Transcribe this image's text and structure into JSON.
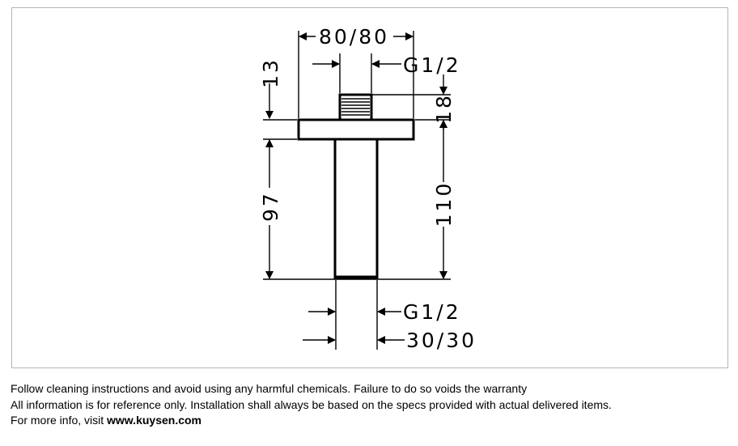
{
  "diagram": {
    "dim_flange_width": "80/80",
    "dim_top_thread": "G1/2",
    "dim_top_nipple": "13",
    "dim_flange_thickness": "18",
    "dim_pipe_length": "97",
    "dim_total_length": "110",
    "dim_bottom_thread": "G1/2",
    "dim_pipe_diameter": "30/30"
  },
  "footer": {
    "line1": "Follow cleaning instructions and avoid using any harmful chemicals. Failure to do so voids the warranty",
    "line2": "All information is for reference only. Installation shall always be based on the specs provided with actual delivered items.",
    "line3_prefix": "For more info, visit ",
    "line3_link": "www.kuysen.com"
  }
}
